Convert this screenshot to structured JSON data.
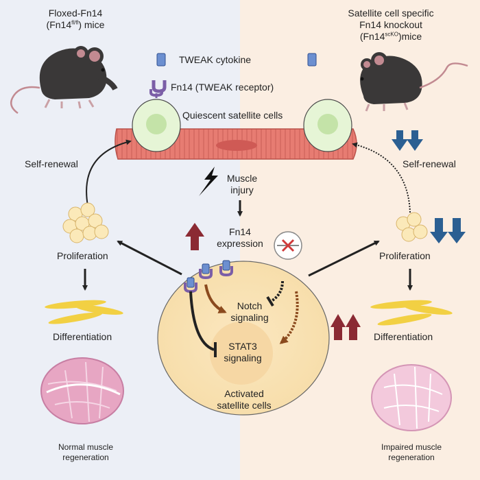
{
  "left_mouse": {
    "line1": "Floxed-Fn14",
    "line2_prefix": "(Fn14",
    "line2_sup": "fl/fl",
    "line2_suffix": ") mice"
  },
  "right_mouse": {
    "line1": "Satellite cell specific",
    "line2": "Fn14 knockout",
    "line3_prefix": "(Fn14",
    "line3_sup": "scKO",
    "line3_suffix": ")mice"
  },
  "tweak_label": "TWEAK cytokine",
  "fn14_label": "Fn14 (TWEAK receptor)",
  "quiescent_label": "Quiescent satellite cells",
  "left_self_renewal": "Self-renewal",
  "right_self_renewal": "Self-renewal",
  "injury_line1": "Muscle",
  "injury_line2": "injury",
  "fn14_expr_line1": "Fn14",
  "fn14_expr_line2": "expression",
  "left_proliferation": "Proliferation",
  "right_proliferation": "Proliferation",
  "left_differentiation": "Differentiation",
  "right_differentiation": "Differentiation",
  "notch_line1": "Notch",
  "notch_line2": "signaling",
  "stat3_line1": "STAT3",
  "stat3_line2": "signaling",
  "activated_line1": "Activated",
  "activated_line2": "satellite cells",
  "normal_line1": "Normal muscle",
  "normal_line2": "regeneration",
  "impaired_line1": "Impaired muscle",
  "impaired_line2": "regeneration",
  "colors": {
    "left_bg": "#eceff6",
    "right_bg": "#fbeee2",
    "muscle": "#e77c72",
    "up_arrow": "#8b2a33",
    "down_arrow": "#2b5f92",
    "receptor": "#7b5ea7",
    "cytokine": "#6c8fd0",
    "brown_arrow": "#8b4a1e"
  }
}
